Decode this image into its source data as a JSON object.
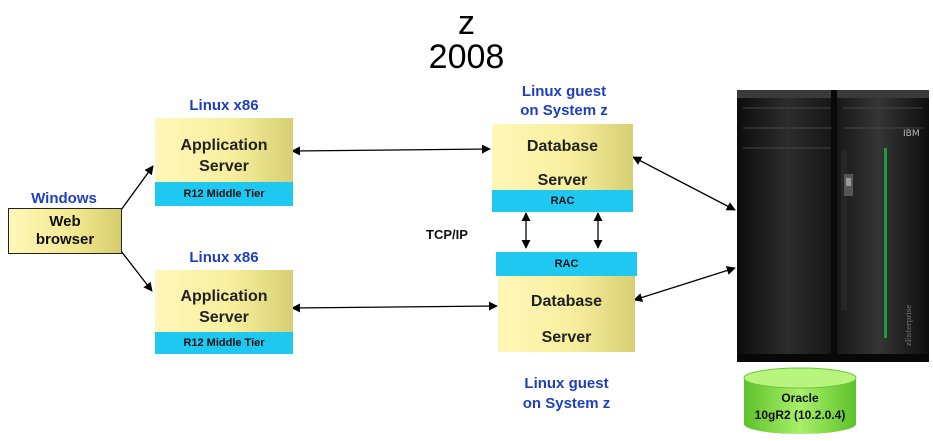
{
  "title": {
    "line1": "z",
    "line2": "2008"
  },
  "windows": {
    "os_label": "Windows",
    "line1": "Web",
    "line2": "browser"
  },
  "app_servers": [
    {
      "os_label": "Linux x86",
      "line1": "Application",
      "line2": "Server",
      "tier": "R12  Middle Tier"
    },
    {
      "os_label": "Linux x86",
      "line1": "Application",
      "line2": "Server",
      "tier": "R12  Middle Tier"
    }
  ],
  "db_top": {
    "os_line1": "Linux guest",
    "os_line2": "on System z",
    "line1": "Database",
    "line2": "Server",
    "rac": "RAC"
  },
  "db_bottom": {
    "os_line1": "Linux guest",
    "os_line2": "on System z",
    "line1": "Database",
    "line2": "Server",
    "rac": "RAC"
  },
  "network": {
    "label": "TCP/IP"
  },
  "storage": {
    "line1": "Oracle",
    "line2": "10gR2 (10.2.0.4)"
  },
  "colors": {
    "label_blue": "#1f3fbf",
    "rac_cyan": "#1ec8f0",
    "box_yellow": "#f7ef9e",
    "cylinder_green": "#8fe04a",
    "mainframe": "#1a1a1a"
  }
}
